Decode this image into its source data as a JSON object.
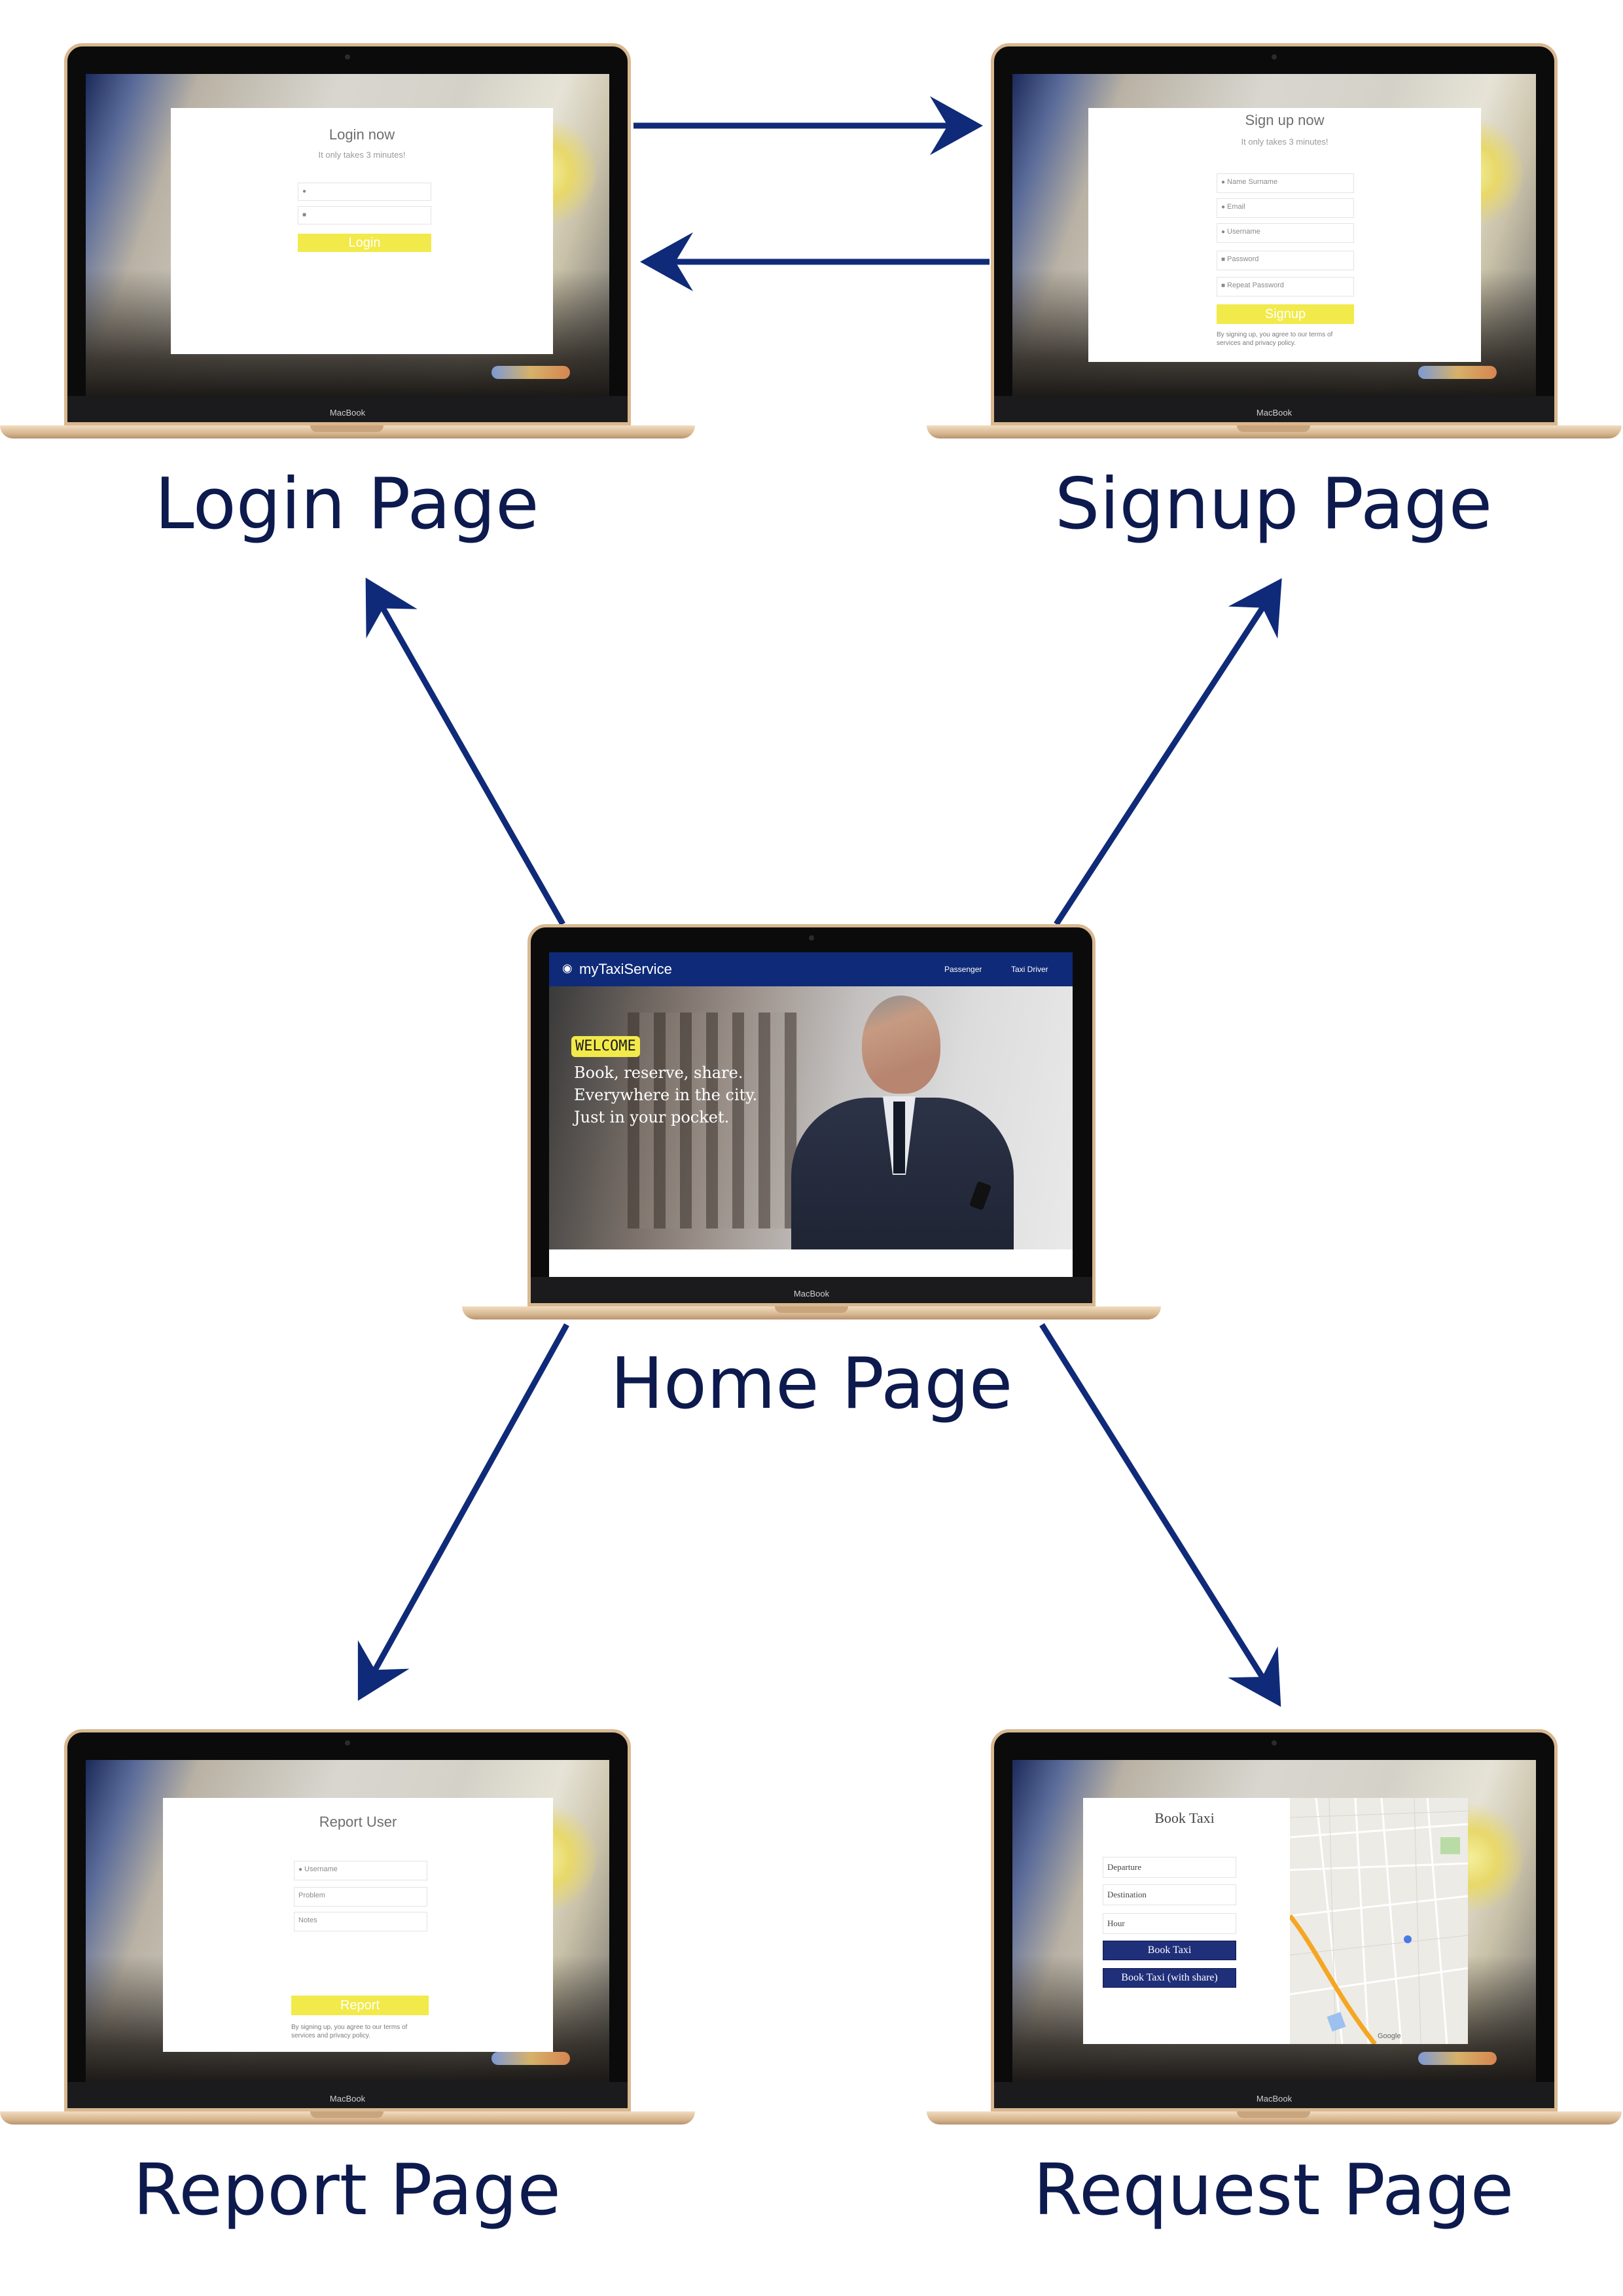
{
  "captions": {
    "login": "Login Page",
    "signup": "Signup Page",
    "home": "Home Page",
    "report": "Report Page",
    "request": "Request Page"
  },
  "laptop_brand": "MacBook",
  "login": {
    "title": "Login now",
    "subtitle": "It only takes 3 minutes!",
    "button": "Login"
  },
  "signup": {
    "title": "Sign up now",
    "subtitle": "It only takes 3 minutes!",
    "fields": [
      "Name Surname",
      "Email",
      "Username",
      "Password",
      "Repeat Password"
    ],
    "button": "Signup",
    "terms": "By signing up, you agree to our terms of services and privacy policy."
  },
  "home": {
    "brand": "myTaxiService",
    "nav": [
      "Passenger",
      "Taxi Driver"
    ],
    "badge": "WELCOME",
    "headline": [
      "Book, reserve, share.",
      "Everywhere in the city.",
      "Just in your pocket."
    ]
  },
  "report": {
    "title": "Report User",
    "fields": [
      "Username",
      "Problem",
      "Notes"
    ],
    "button": "Report",
    "terms": "By signing up, you agree to our terms of services and privacy policy."
  },
  "request": {
    "title": "Book Taxi",
    "fields": [
      "Departure",
      "Destination",
      "Hour"
    ],
    "buttons": [
      "Book Taxi",
      "Book Taxi (with share)"
    ],
    "map_credit": "Google"
  },
  "colors": {
    "arrow": "#0f2a78",
    "caption": "#0d1a4e",
    "accent_yellow": "#f2ea4a",
    "nav_blue": "#0f2a78"
  }
}
